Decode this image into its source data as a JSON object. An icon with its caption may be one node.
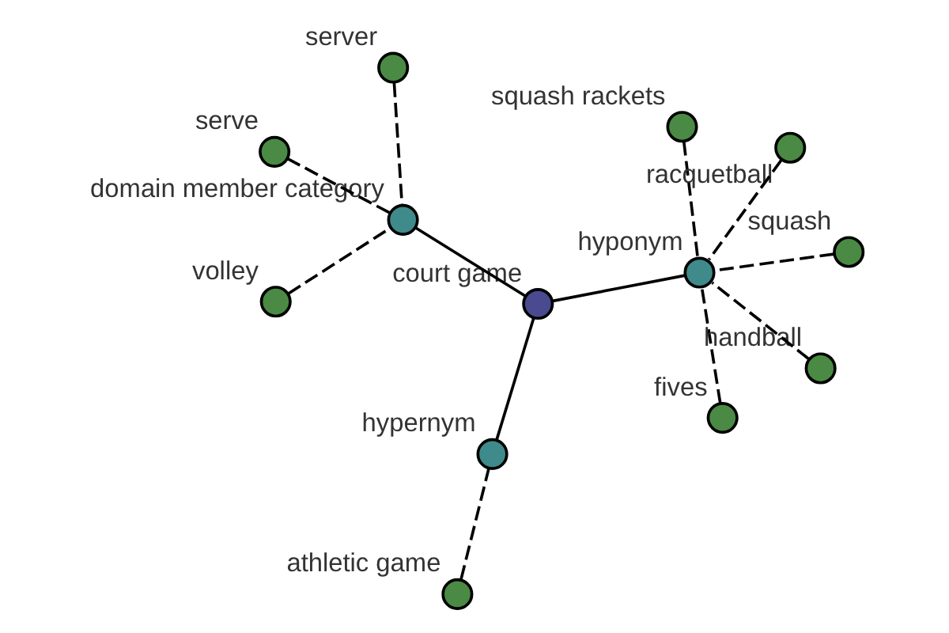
{
  "diagram": {
    "nodes": [
      {
        "text": [],
        "shape": "circle",
        "beside": [
          "court game"
        ]
      },
      {
        "text": [],
        "shape": "circle",
        "beside": [
          "domain member category"
        ]
      },
      {
        "text": [],
        "shape": "circle",
        "beside": [
          "hypernym"
        ]
      },
      {
        "text": [],
        "shape": "circle",
        "beside": [
          "hyponym"
        ]
      },
      {
        "text": [],
        "shape": "circle",
        "beside": [
          "server"
        ]
      },
      {
        "text": [],
        "shape": "circle",
        "beside": [
          "serve"
        ]
      },
      {
        "text": [],
        "shape": "circle",
        "beside": [
          "volley"
        ]
      },
      {
        "text": [],
        "shape": "circle",
        "beside": [
          "athletic game"
        ]
      },
      {
        "text": [],
        "shape": "circle",
        "beside": [
          "fives"
        ]
      },
      {
        "text": [],
        "shape": "circle",
        "beside": [
          "squash"
        ]
      },
      {
        "text": [],
        "shape": "circle",
        "beside": [
          "handball"
        ]
      },
      {
        "text": [],
        "shape": "circle",
        "beside": [
          "squash rackets"
        ]
      },
      {
        "text": [],
        "shape": "circle",
        "beside": [
          "racquetball"
        ]
      }
    ],
    "edges": [
      {
        "from": 1,
        "to": 0,
        "arrow": "none"
      },
      {
        "from": 2,
        "to": 0,
        "arrow": "none"
      },
      {
        "from": 0,
        "to": 3,
        "arrow": "none"
      },
      {
        "from": 4,
        "to": 1,
        "arrow": "none",
        "style": "dashed"
      },
      {
        "from": 5,
        "to": 1,
        "arrow": "none",
        "style": "dashed"
      },
      {
        "from": 6,
        "to": 1,
        "arrow": "none",
        "style": "dashed"
      },
      {
        "from": 7,
        "to": 2,
        "arrow": "none",
        "style": "dashed"
      },
      {
        "from": 8,
        "to": 3,
        "arrow": "none",
        "style": "dashed"
      },
      {
        "from": 9,
        "to": 3,
        "arrow": "none",
        "style": "dashed"
      },
      {
        "from": 10,
        "to": 3,
        "arrow": "none",
        "style": "dashed"
      },
      {
        "from": 11,
        "to": 3,
        "arrow": "none",
        "style": "dashed"
      },
      {
        "from": 12,
        "to": 3,
        "arrow": "none",
        "style": "dashed"
      }
    ]
  }
}
